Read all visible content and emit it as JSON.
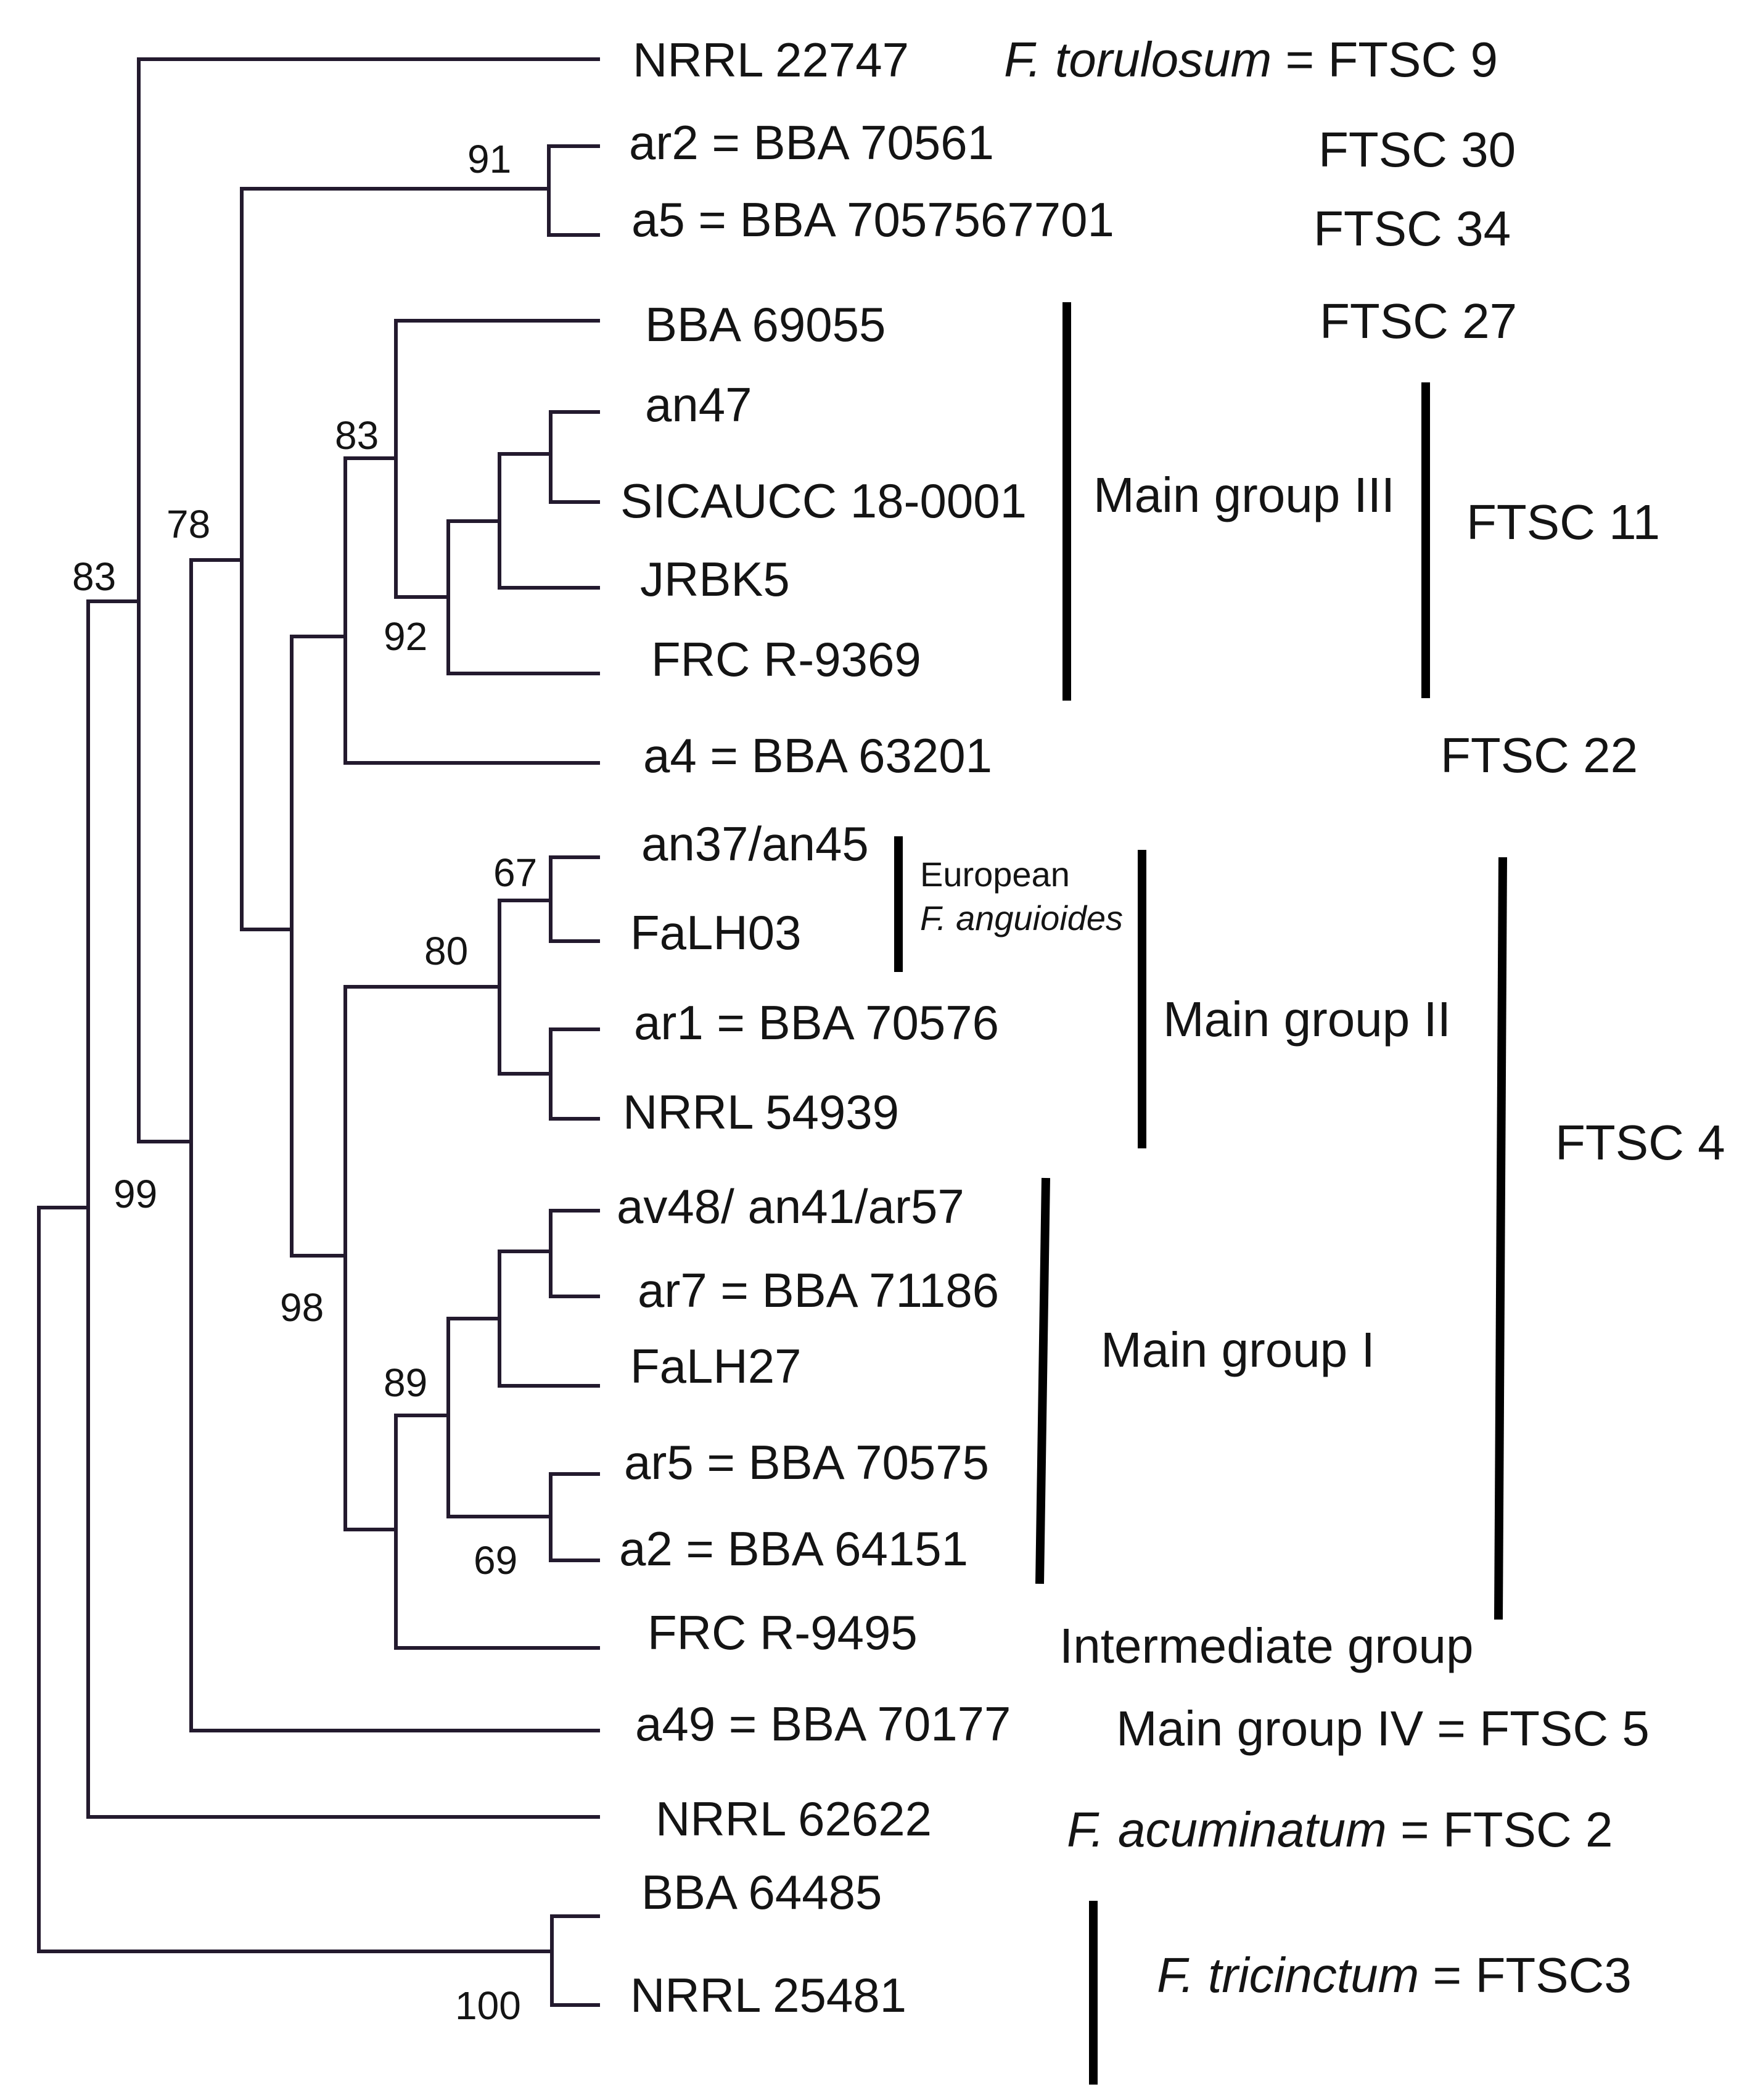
{
  "taxa": [
    "NRRL 22747",
    "ar2 = BBA 70561",
    "a5 = BBA 7057567701",
    "BBA 69055",
    "an47",
    "SICAUCC 18-0001",
    "JRBK5",
    "FRC R-9369",
    "a4 = BBA 63201",
    "an37/an45",
    "FaLH03",
    "ar1 = BBA 70576",
    "NRRL 54939",
    "av48/ an41/ar57",
    "ar7 = BBA 71186",
    "FaLH27",
    "ar5 = BBA 70575",
    "a2 = BBA 64151",
    "FRC R-9495",
    "a49 = BBA 70177",
    "NRRL 62622",
    "BBA 64485",
    "NRRL 25481"
  ],
  "bootstrap": {
    "n91": "91",
    "n83a": "83",
    "n92": "92",
    "n78": "78",
    "n83b": "83",
    "n67": "67",
    "n80": "80",
    "n99": "99",
    "n98": "98",
    "n89": "89",
    "n69": "69",
    "n100": "100"
  },
  "groups": {
    "torulosum_species": "F. torulosum",
    "torulosum_code": " = FTSC 9",
    "ftsc30": "FTSC 30",
    "ftsc34": "FTSC 34",
    "ftsc27": "FTSC 27",
    "main_group_iii": "Main group III",
    "ftsc11": "FTSC 11",
    "ftsc22": "FTSC 22",
    "european": "European",
    "anguioides": "F. anguioides",
    "main_group_ii": "Main group II",
    "ftsc4": "FTSC 4",
    "main_group_i": "Main group I",
    "intermediate_group": "Intermediate group",
    "main_group_iv": "Main group IV = FTSC 5",
    "acuminatum_species": "F. acuminatum",
    "acuminatum_code": " = FTSC 2",
    "tricinctum_species": "F. tricinctum",
    "tricinctum_code": " = FTSC3"
  }
}
